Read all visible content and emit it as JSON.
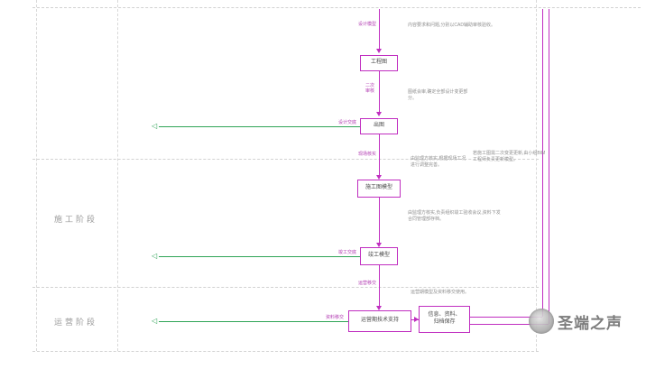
{
  "colors": {
    "flow_line": "#c02ec0",
    "handover_line": "#2fa457",
    "grid_line": "#d2d2d2",
    "annotation_text": "#8f8f8f"
  },
  "phases": {
    "construction": "施工阶段",
    "operation": "运营阶段"
  },
  "flow": {
    "source_label": "设计模型",
    "nodes": {
      "n1": "工程图",
      "n2": "出图",
      "n3": "施工图模型",
      "n4": "竣工模型",
      "n5": "运营期技术支持",
      "n6_line1": "信息、资料、",
      "n6_line2": "归档保存"
    },
    "edge_labels": {
      "review": "二次审核",
      "site_check": "现场核实",
      "handover": "运营移交"
    },
    "green_labels": {
      "design": "设计交底",
      "completion": "竣工交底",
      "operation": "资料移交"
    },
    "annotations": {
      "a1": "内容要求和问题,分别以CAD辅助审核验收。",
      "a2": "图纸会审,确定全部设计变更部分。",
      "a3": "由监理方核实,根据现场工况进行调整完善。",
      "a4": "若施工图需二次变更更新,由小组BIM工程师负责更新模型。",
      "a5": "由监理方核实,负责组织竣工验收会议,资料下发合同管理部存档。",
      "a6": "运营期模型及资料移交使用。"
    }
  },
  "watermark": {
    "text": "圣端之声"
  }
}
